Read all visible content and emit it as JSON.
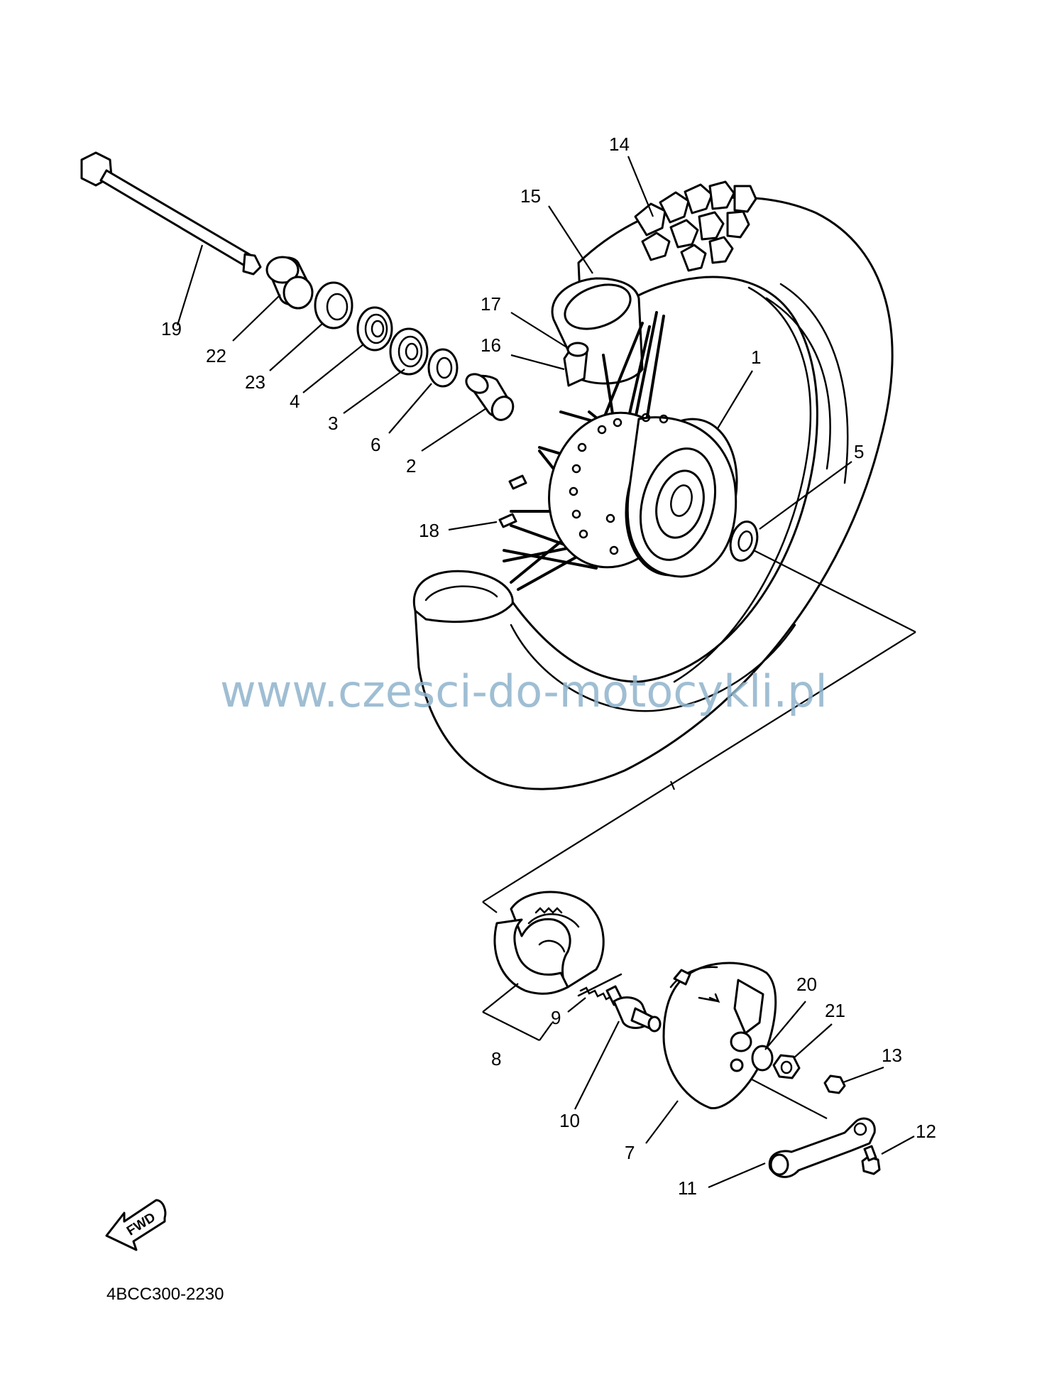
{
  "watermark": "www.czesci-do-motocykli.pl",
  "document_code": "4BCC300-2230",
  "fwd_label": "FWD",
  "callouts": {
    "c1": "1",
    "c2": "2",
    "c3": "3",
    "c4": "4",
    "c5": "5",
    "c6": "6",
    "c7": "7",
    "c8": "8",
    "c9": "9",
    "c10": "10",
    "c11": "11",
    "c12": "12",
    "c13": "13",
    "c14": "14",
    "c15": "15",
    "c16": "16",
    "c17": "17",
    "c18": "18",
    "c19": "19",
    "c20": "20",
    "c21": "21",
    "c22": "22",
    "c23": "23"
  }
}
